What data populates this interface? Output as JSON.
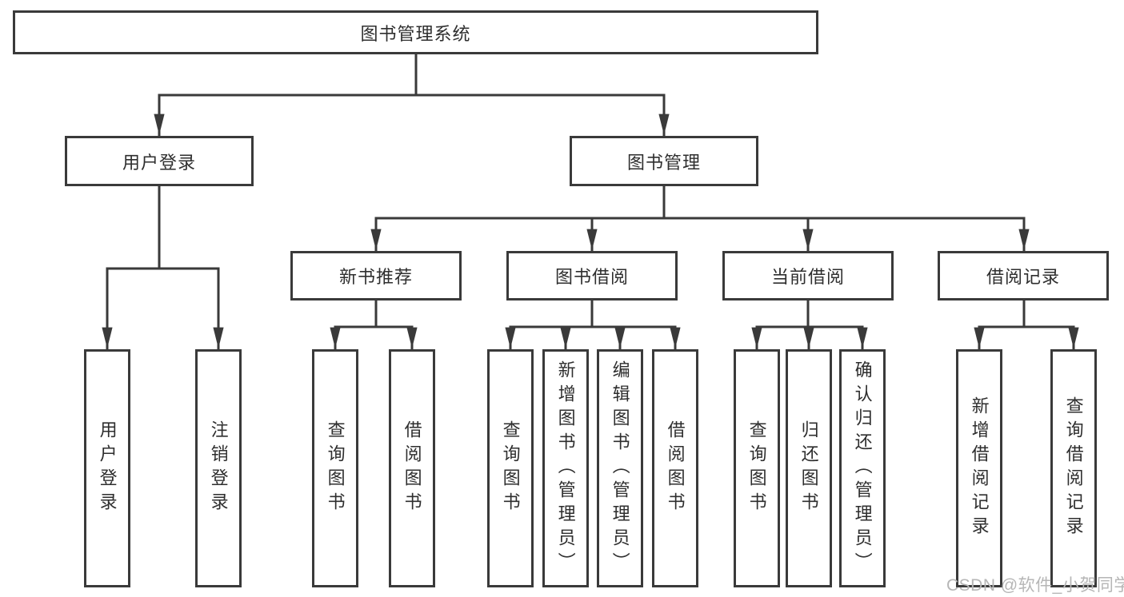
{
  "diagram": {
    "root": {
      "label": "图书管理系统"
    },
    "branches": [
      {
        "label": "用户登录",
        "children": [
          {
            "label": "用户登录"
          },
          {
            "label": "注销登录"
          }
        ]
      },
      {
        "label": "图书管理",
        "children": [
          {
            "label": "新书推荐",
            "children": [
              {
                "label": "查询图书"
              },
              {
                "label": "借阅图书"
              }
            ]
          },
          {
            "label": "图书借阅",
            "children": [
              {
                "label": "查询图书"
              },
              {
                "label": "新增图书（管理员）"
              },
              {
                "label": "编辑图书（管理员）"
              },
              {
                "label": "借阅图书"
              }
            ]
          },
          {
            "label": "当前借阅",
            "children": [
              {
                "label": "查询图书"
              },
              {
                "label": "归还图书"
              },
              {
                "label": "确认归还（管理员）"
              }
            ]
          },
          {
            "label": "借阅记录",
            "children": [
              {
                "label": "新增借阅记录"
              },
              {
                "label": "查询借阅记录"
              }
            ]
          }
        ]
      }
    ]
  },
  "watermark": {
    "text": "CSDN @软件_小贺同学"
  },
  "colors": {
    "line": "#3a3a3a",
    "text": "#2e2e2e",
    "watermark": "#b6b6b6",
    "background": "#ffffff"
  }
}
